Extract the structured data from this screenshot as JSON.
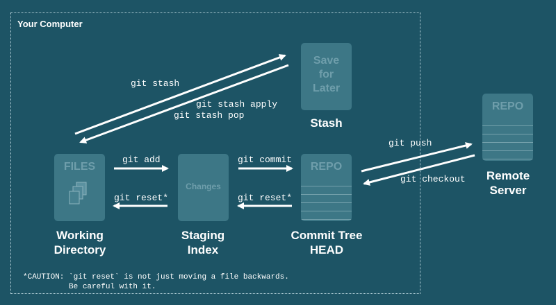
{
  "frame": {
    "title": "Your Computer"
  },
  "boxes": {
    "files": {
      "title": "FILES",
      "label_line1": "Working",
      "label_line2": "Directory"
    },
    "staging": {
      "title": "Changes",
      "label_line1": "Staging",
      "label_line2": "Index"
    },
    "repo": {
      "title": "REPO",
      "label_line1": "Commit Tree",
      "label_line2": "HEAD"
    },
    "stash": {
      "title_line1": "Save",
      "title_line2": "for",
      "title_line3": "Later",
      "label": "Stash"
    },
    "remote": {
      "title": "REPO",
      "label_line1": "Remote",
      "label_line2": "Server"
    }
  },
  "commands": {
    "stash": "git stash",
    "stash_apply": "git stash apply",
    "stash_pop": "git stash pop",
    "add": "git add",
    "reset1": "git reset*",
    "commit": "git commit",
    "reset2": "git reset*",
    "push": "git push",
    "checkout": "git checkout"
  },
  "caution": {
    "line1": "*CAUTION: `git reset` is not just moving a file backwards.",
    "line2": "          Be careful with it."
  },
  "colors": {
    "background": "#1d5465",
    "box": "#3d7786",
    "box_text": "#6f9eab",
    "arrow": "#ffffff"
  }
}
